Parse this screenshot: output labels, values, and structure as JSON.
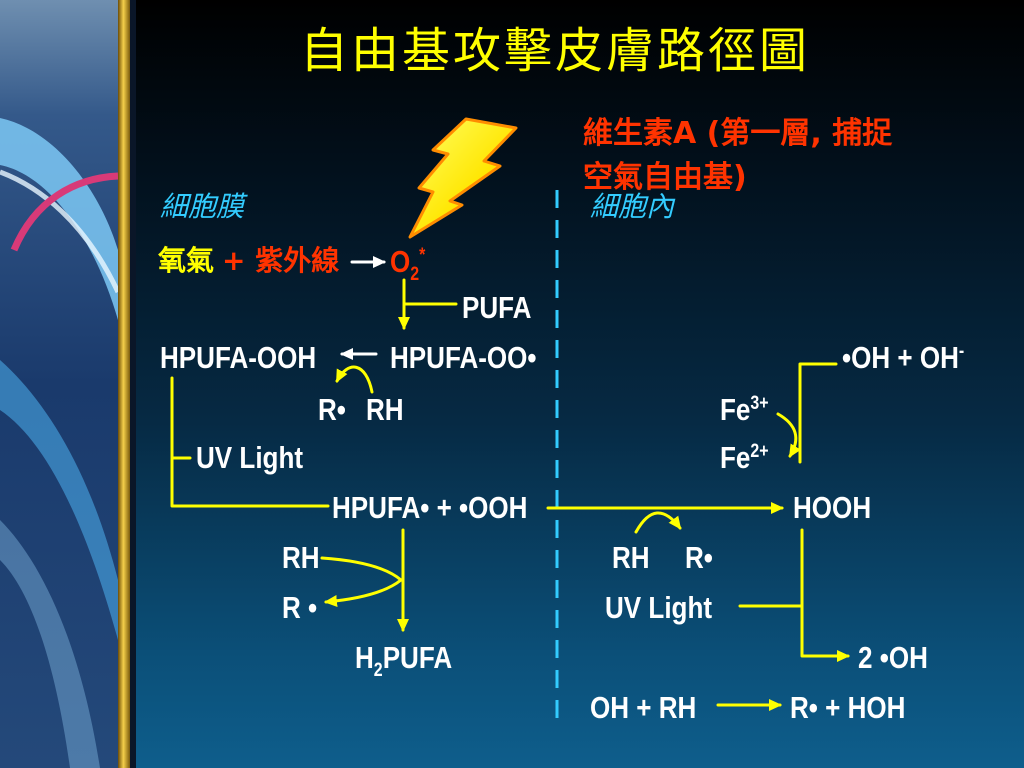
{
  "slide": {
    "title": "自由基攻擊皮膚路徑圖",
    "vitamin_note": {
      "line1": "維生素A (第一層, 捕捉",
      "line2": "空氣自由基)"
    },
    "labels": {
      "membrane": "細胞膜",
      "intracellular": "細胞內"
    }
  },
  "diagram": {
    "membrane": {
      "oxygen": "氧氣",
      "uv_plus": "+ 紫外線",
      "o2": {
        "base": "O",
        "sub": "2",
        "sup": "*"
      },
      "pufa": "PUFA",
      "hpufa_ooh": "HPUFA-OOH",
      "hpufa_oo_radical": "HPUFA-OO•",
      "r_radical": "R•",
      "rh": "RH",
      "uv_light": "UV Light",
      "radical_pair": "HPUFA• + •OOH",
      "rh_lower": "RH",
      "r_radical_lower": "R •",
      "h2pufa": {
        "base": "H",
        "sub": "2",
        "rest": "PUFA"
      }
    },
    "intracellular": {
      "hydroxyl_pair": {
        "main": "•OH + OH",
        "sup": "-"
      },
      "fe3": {
        "base": "Fe",
        "sup": "3+"
      },
      "fe2": {
        "base": "Fe",
        "sup": "2+"
      },
      "hooh": "HOOH",
      "rh": "RH",
      "r_radical": "R•",
      "uv_light": "UV Light",
      "two_oh": "2 •OH",
      "oh_rh": "OH + RH",
      "r_hoh": "R• + HOH"
    }
  },
  "icons": {
    "bolt": "lightning-icon"
  },
  "colors": {
    "title": "#ffff00",
    "highlight": "#ff3300",
    "section": "#33ccff",
    "text": "#ffffff",
    "connector": "#ffff00",
    "connector_alt": "#ffffff",
    "divider": "#33ccff"
  }
}
